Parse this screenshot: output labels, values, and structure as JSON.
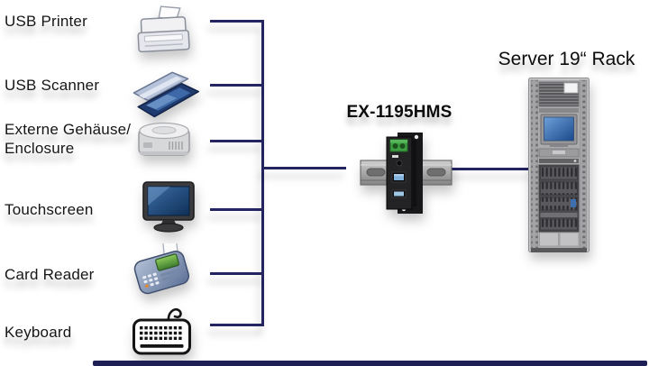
{
  "hub": {
    "label": "EX-1195HMS"
  },
  "server": {
    "label": "Server 19“ Rack"
  },
  "devices": [
    {
      "name": "usb-printer",
      "label": "USB Printer",
      "icon": "printer-icon"
    },
    {
      "name": "usb-scanner",
      "label": "USB Scanner",
      "icon": "scanner-icon"
    },
    {
      "name": "external-enclosure",
      "label": "Externe Gehäuse/\nEnclosure",
      "icon": "external-enclosure-icon"
    },
    {
      "name": "touchscreen",
      "label": "Touchscreen",
      "icon": "touchscreen-icon"
    },
    {
      "name": "card-reader",
      "label": "Card Reader",
      "icon": "card-reader-icon"
    },
    {
      "name": "keyboard",
      "label": "Keyboard",
      "icon": "keyboard-icon"
    }
  ],
  "colors": {
    "connector_line": "#232460",
    "text": "#161616",
    "footer_bar": "#1d1f55",
    "terminal_green": "#3e9e42",
    "usb_blue": "#7fb1dc",
    "screen_blue": "#1b4a8c"
  }
}
